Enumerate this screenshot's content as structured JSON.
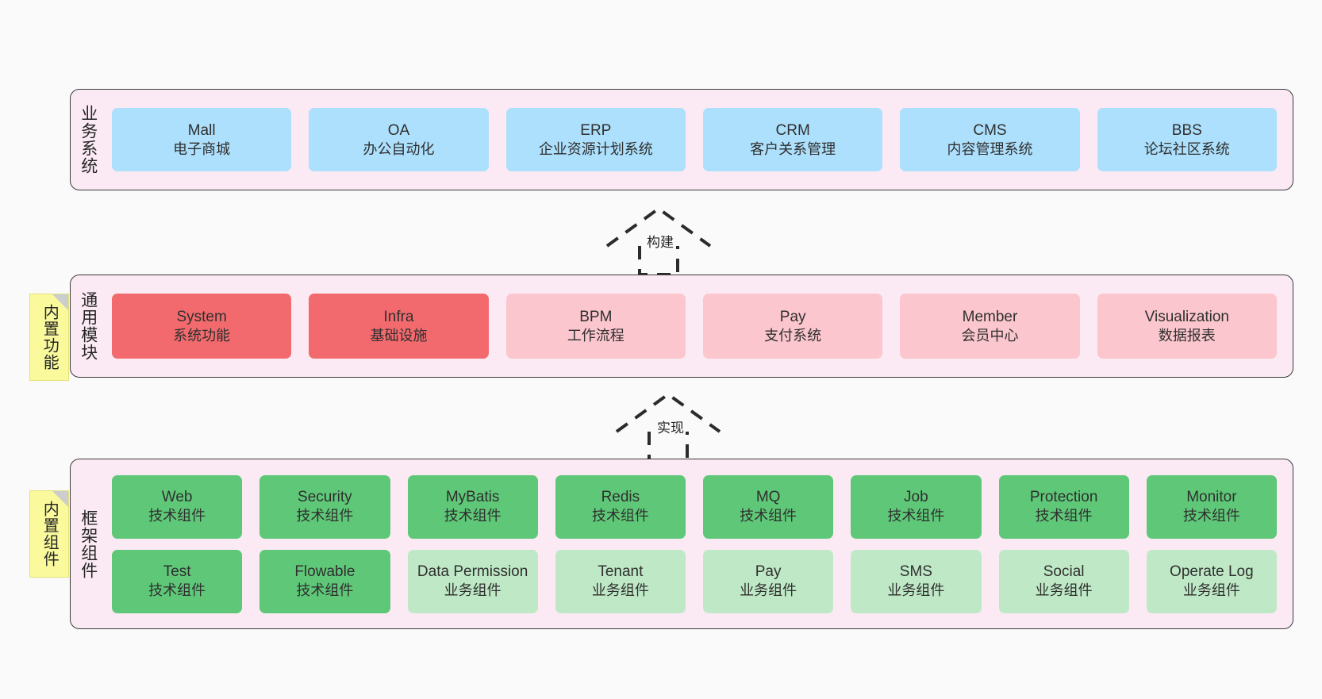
{
  "diagram": {
    "title": "Business architecture layers",
    "background": "#fafafa"
  },
  "colors": {
    "panel_fill": "#fbeaf4",
    "panel_border": "#3a3a3a",
    "business_card": "#ade0fc",
    "module_core": "#f26a6d",
    "module_optional": "#fbc6cd",
    "framework_tech": "#5fc878",
    "framework_biz": "#bfe9c6",
    "note_fill": "#fafa9d",
    "note_fold": "#cdcdcd"
  },
  "layers": [
    {
      "id": "business",
      "title": "业务系统",
      "note": null,
      "rows": [
        {
          "cards": [
            {
              "en": "Mall",
              "cn": "电子商城",
              "style": "c-blue"
            },
            {
              "en": "OA",
              "cn": "办公自动化",
              "style": "c-blue"
            },
            {
              "en": "ERP",
              "cn": "企业资源计划系统",
              "style": "c-blue"
            },
            {
              "en": "CRM",
              "cn": "客户关系管理",
              "style": "c-blue"
            },
            {
              "en": "CMS",
              "cn": "内容管理系统",
              "style": "c-blue"
            },
            {
              "en": "BBS",
              "cn": "论坛社区系统",
              "style": "c-blue"
            }
          ]
        }
      ]
    },
    {
      "id": "modules",
      "title": "通用模块",
      "note": "内置功能",
      "rows": [
        {
          "cards": [
            {
              "en": "System",
              "cn": "系统功能",
              "style": "c-red"
            },
            {
              "en": "Infra",
              "cn": "基础设施",
              "style": "c-red"
            },
            {
              "en": "BPM",
              "cn": "工作流程",
              "style": "c-pink"
            },
            {
              "en": "Pay",
              "cn": "支付系统",
              "style": "c-pink"
            },
            {
              "en": "Member",
              "cn": "会员中心",
              "style": "c-pink"
            },
            {
              "en": "Visualization",
              "cn": "数据报表",
              "style": "c-pink"
            }
          ]
        }
      ]
    },
    {
      "id": "framework",
      "title": "框架组件",
      "note": "内置组件",
      "rows": [
        {
          "cards": [
            {
              "en": "Web",
              "cn": "技术组件",
              "style": "c-green"
            },
            {
              "en": "Security",
              "cn": "技术组件",
              "style": "c-green"
            },
            {
              "en": "MyBatis",
              "cn": "技术组件",
              "style": "c-green"
            },
            {
              "en": "Redis",
              "cn": "技术组件",
              "style": "c-green"
            },
            {
              "en": "MQ",
              "cn": "技术组件",
              "style": "c-green"
            },
            {
              "en": "Job",
              "cn": "技术组件",
              "style": "c-green"
            },
            {
              "en": "Protection",
              "cn": "技术组件",
              "style": "c-green"
            },
            {
              "en": "Monitor",
              "cn": "技术组件",
              "style": "c-green"
            }
          ]
        },
        {
          "cards": [
            {
              "en": "Test",
              "cn": "技术组件",
              "style": "c-green"
            },
            {
              "en": "Flowable",
              "cn": "技术组件",
              "style": "c-green"
            },
            {
              "en": "Data Permission",
              "cn": "业务组件",
              "style": "c-green-light"
            },
            {
              "en": "Tenant",
              "cn": "业务组件",
              "style": "c-green-light"
            },
            {
              "en": "Pay",
              "cn": "业务组件",
              "style": "c-green-light"
            },
            {
              "en": "SMS",
              "cn": "业务组件",
              "style": "c-green-light"
            },
            {
              "en": "Social",
              "cn": "业务组件",
              "style": "c-green-light"
            },
            {
              "en": "Operate Log",
              "cn": "业务组件",
              "style": "c-green-light"
            }
          ]
        }
      ]
    }
  ],
  "connectors": [
    {
      "id": "build",
      "label": "构建",
      "from": "modules",
      "to": "business"
    },
    {
      "id": "implement",
      "label": "实现",
      "from": "framework",
      "to": "modules"
    }
  ]
}
